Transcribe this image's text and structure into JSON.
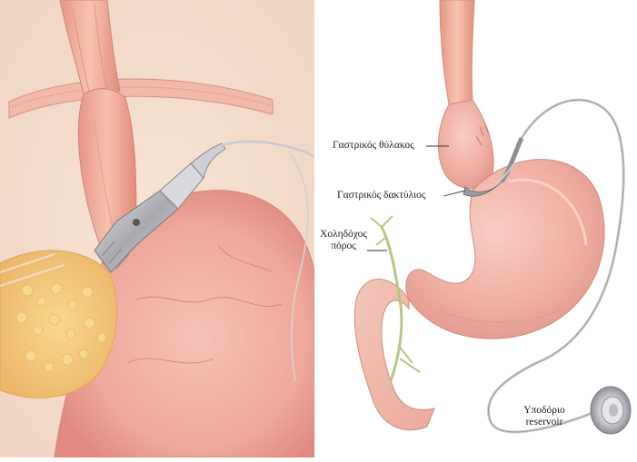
{
  "labels": {
    "gastric_pouch": "Γαστρικός θύλακος",
    "gastric_ring": "Γαστρικός δακτύλιος",
    "bile_duct_line1": "Χοληδόχος",
    "bile_duct_line2": "πόρος",
    "reservoir_line1": "Υποδόριο",
    "reservoir_line2": "reservoir"
  },
  "colors": {
    "left_background": "#f6e6d6",
    "stomach_tissue": "#efa9a0",
    "fat_tissue": "#f3c87b",
    "band_metal": "#b9b9be",
    "tube": "#c7c7cc",
    "bile_duct": "#b8c98a"
  }
}
